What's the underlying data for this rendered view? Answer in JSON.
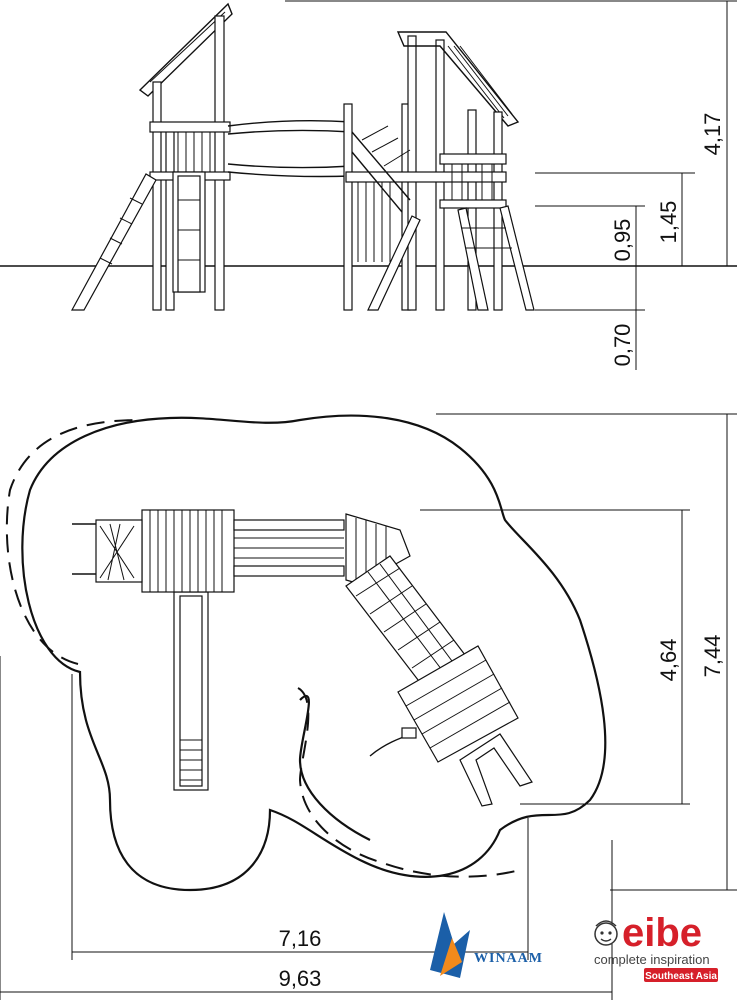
{
  "elevation": {
    "dims": {
      "total_height": "4,17",
      "platform_high": "1,45",
      "platform_low": "0,95",
      "foundation_depth": "0,70"
    }
  },
  "plan": {
    "dims": {
      "depth_total": "7,44",
      "depth_inner": "4,64",
      "width_inner": "7,16",
      "width_total": "9,63"
    }
  },
  "logos": {
    "winaam": "WINAAM",
    "eibe": "eibe",
    "eibe_tagline": "complete inspiration",
    "eibe_region": "Southeast Asia"
  },
  "colors": {
    "eibe_red": "#d6202a",
    "winaam_blue": "#1b5fa8",
    "winaam_orange": "#f28a1c"
  }
}
